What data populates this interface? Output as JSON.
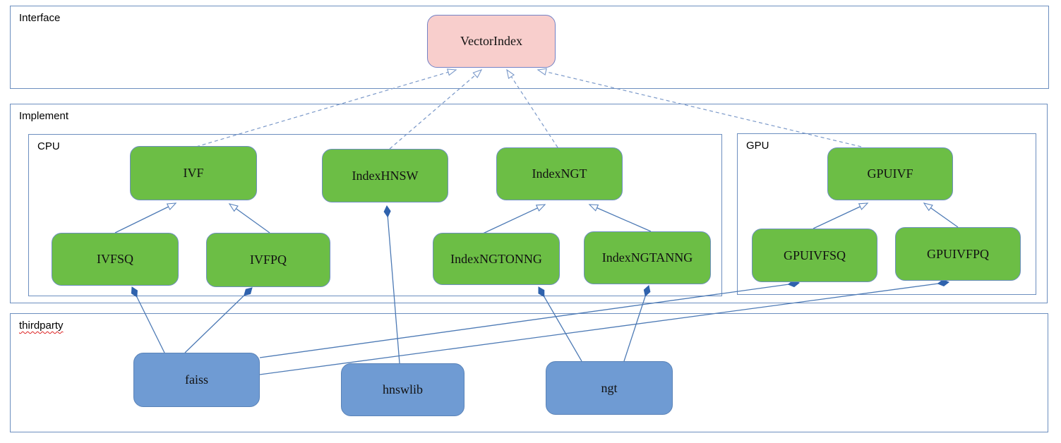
{
  "diagram": {
    "containers": {
      "interface": {
        "label": "Interface"
      },
      "implement": {
        "label": "Implement"
      },
      "cpu": {
        "label": "CPU"
      },
      "gpu": {
        "label": "GPU"
      },
      "thirdparty": {
        "label": "thirdparty"
      }
    },
    "nodes": {
      "vectorindex": {
        "label": "VectorIndex",
        "kind": "interface"
      },
      "ivf": {
        "label": "IVF",
        "kind": "implementation"
      },
      "indexhnsw": {
        "label": "IndexHNSW",
        "kind": "implementation"
      },
      "indexngt": {
        "label": "IndexNGT",
        "kind": "implementation"
      },
      "ivfsq": {
        "label": "IVFSQ",
        "kind": "implementation"
      },
      "ivfpq": {
        "label": "IVFPQ",
        "kind": "implementation"
      },
      "indexngtonng": {
        "label": "IndexNGTONNG",
        "kind": "implementation"
      },
      "indexngtanng": {
        "label": "IndexNGTANNG",
        "kind": "implementation"
      },
      "gpuivf": {
        "label": "GPUIVF",
        "kind": "implementation"
      },
      "gpuivfsq": {
        "label": "GPUIVFSQ",
        "kind": "implementation"
      },
      "gpuivfpq": {
        "label": "GPUIVFPQ",
        "kind": "implementation"
      },
      "faiss": {
        "label": "faiss",
        "kind": "thirdparty-lib"
      },
      "hnswlib": {
        "label": "hnswlib",
        "kind": "thirdparty-lib"
      },
      "ngt": {
        "label": "ngt",
        "kind": "thirdparty-lib"
      }
    },
    "edges": [
      {
        "from": "ivf",
        "to": "vectorindex",
        "type": "realization-dashed"
      },
      {
        "from": "indexhnsw",
        "to": "vectorindex",
        "type": "realization-dashed"
      },
      {
        "from": "indexngt",
        "to": "vectorindex",
        "type": "realization-dashed"
      },
      {
        "from": "gpuivf",
        "to": "vectorindex",
        "type": "realization-dashed"
      },
      {
        "from": "ivfsq",
        "to": "ivf",
        "type": "generalization"
      },
      {
        "from": "ivfpq",
        "to": "ivf",
        "type": "generalization"
      },
      {
        "from": "indexngtonng",
        "to": "indexngt",
        "type": "generalization"
      },
      {
        "from": "indexngtanng",
        "to": "indexngt",
        "type": "generalization"
      },
      {
        "from": "gpuivfsq",
        "to": "gpuivf",
        "type": "generalization"
      },
      {
        "from": "gpuivfpq",
        "to": "gpuivf",
        "type": "generalization"
      },
      {
        "from": "faiss",
        "to": "ivfsq",
        "type": "composition"
      },
      {
        "from": "faiss",
        "to": "ivfpq",
        "type": "composition"
      },
      {
        "from": "faiss",
        "to": "gpuivfsq",
        "type": "composition"
      },
      {
        "from": "faiss",
        "to": "gpuivfpq",
        "type": "composition"
      },
      {
        "from": "hnswlib",
        "to": "indexhnsw",
        "type": "composition"
      },
      {
        "from": "ngt",
        "to": "indexngtonng",
        "type": "composition"
      },
      {
        "from": "ngt",
        "to": "indexngtanng",
        "type": "composition"
      }
    ],
    "colors": {
      "implementation_fill": "#6cbe45",
      "thirdparty_fill": "#6f9bd3",
      "interface_fill": "#f8cecc",
      "container_border": "#6c8ebf",
      "edge_solid": "#4d7ab5",
      "edge_dashed": "#7b99c9",
      "diamond_fill": "#2f62ad"
    }
  }
}
